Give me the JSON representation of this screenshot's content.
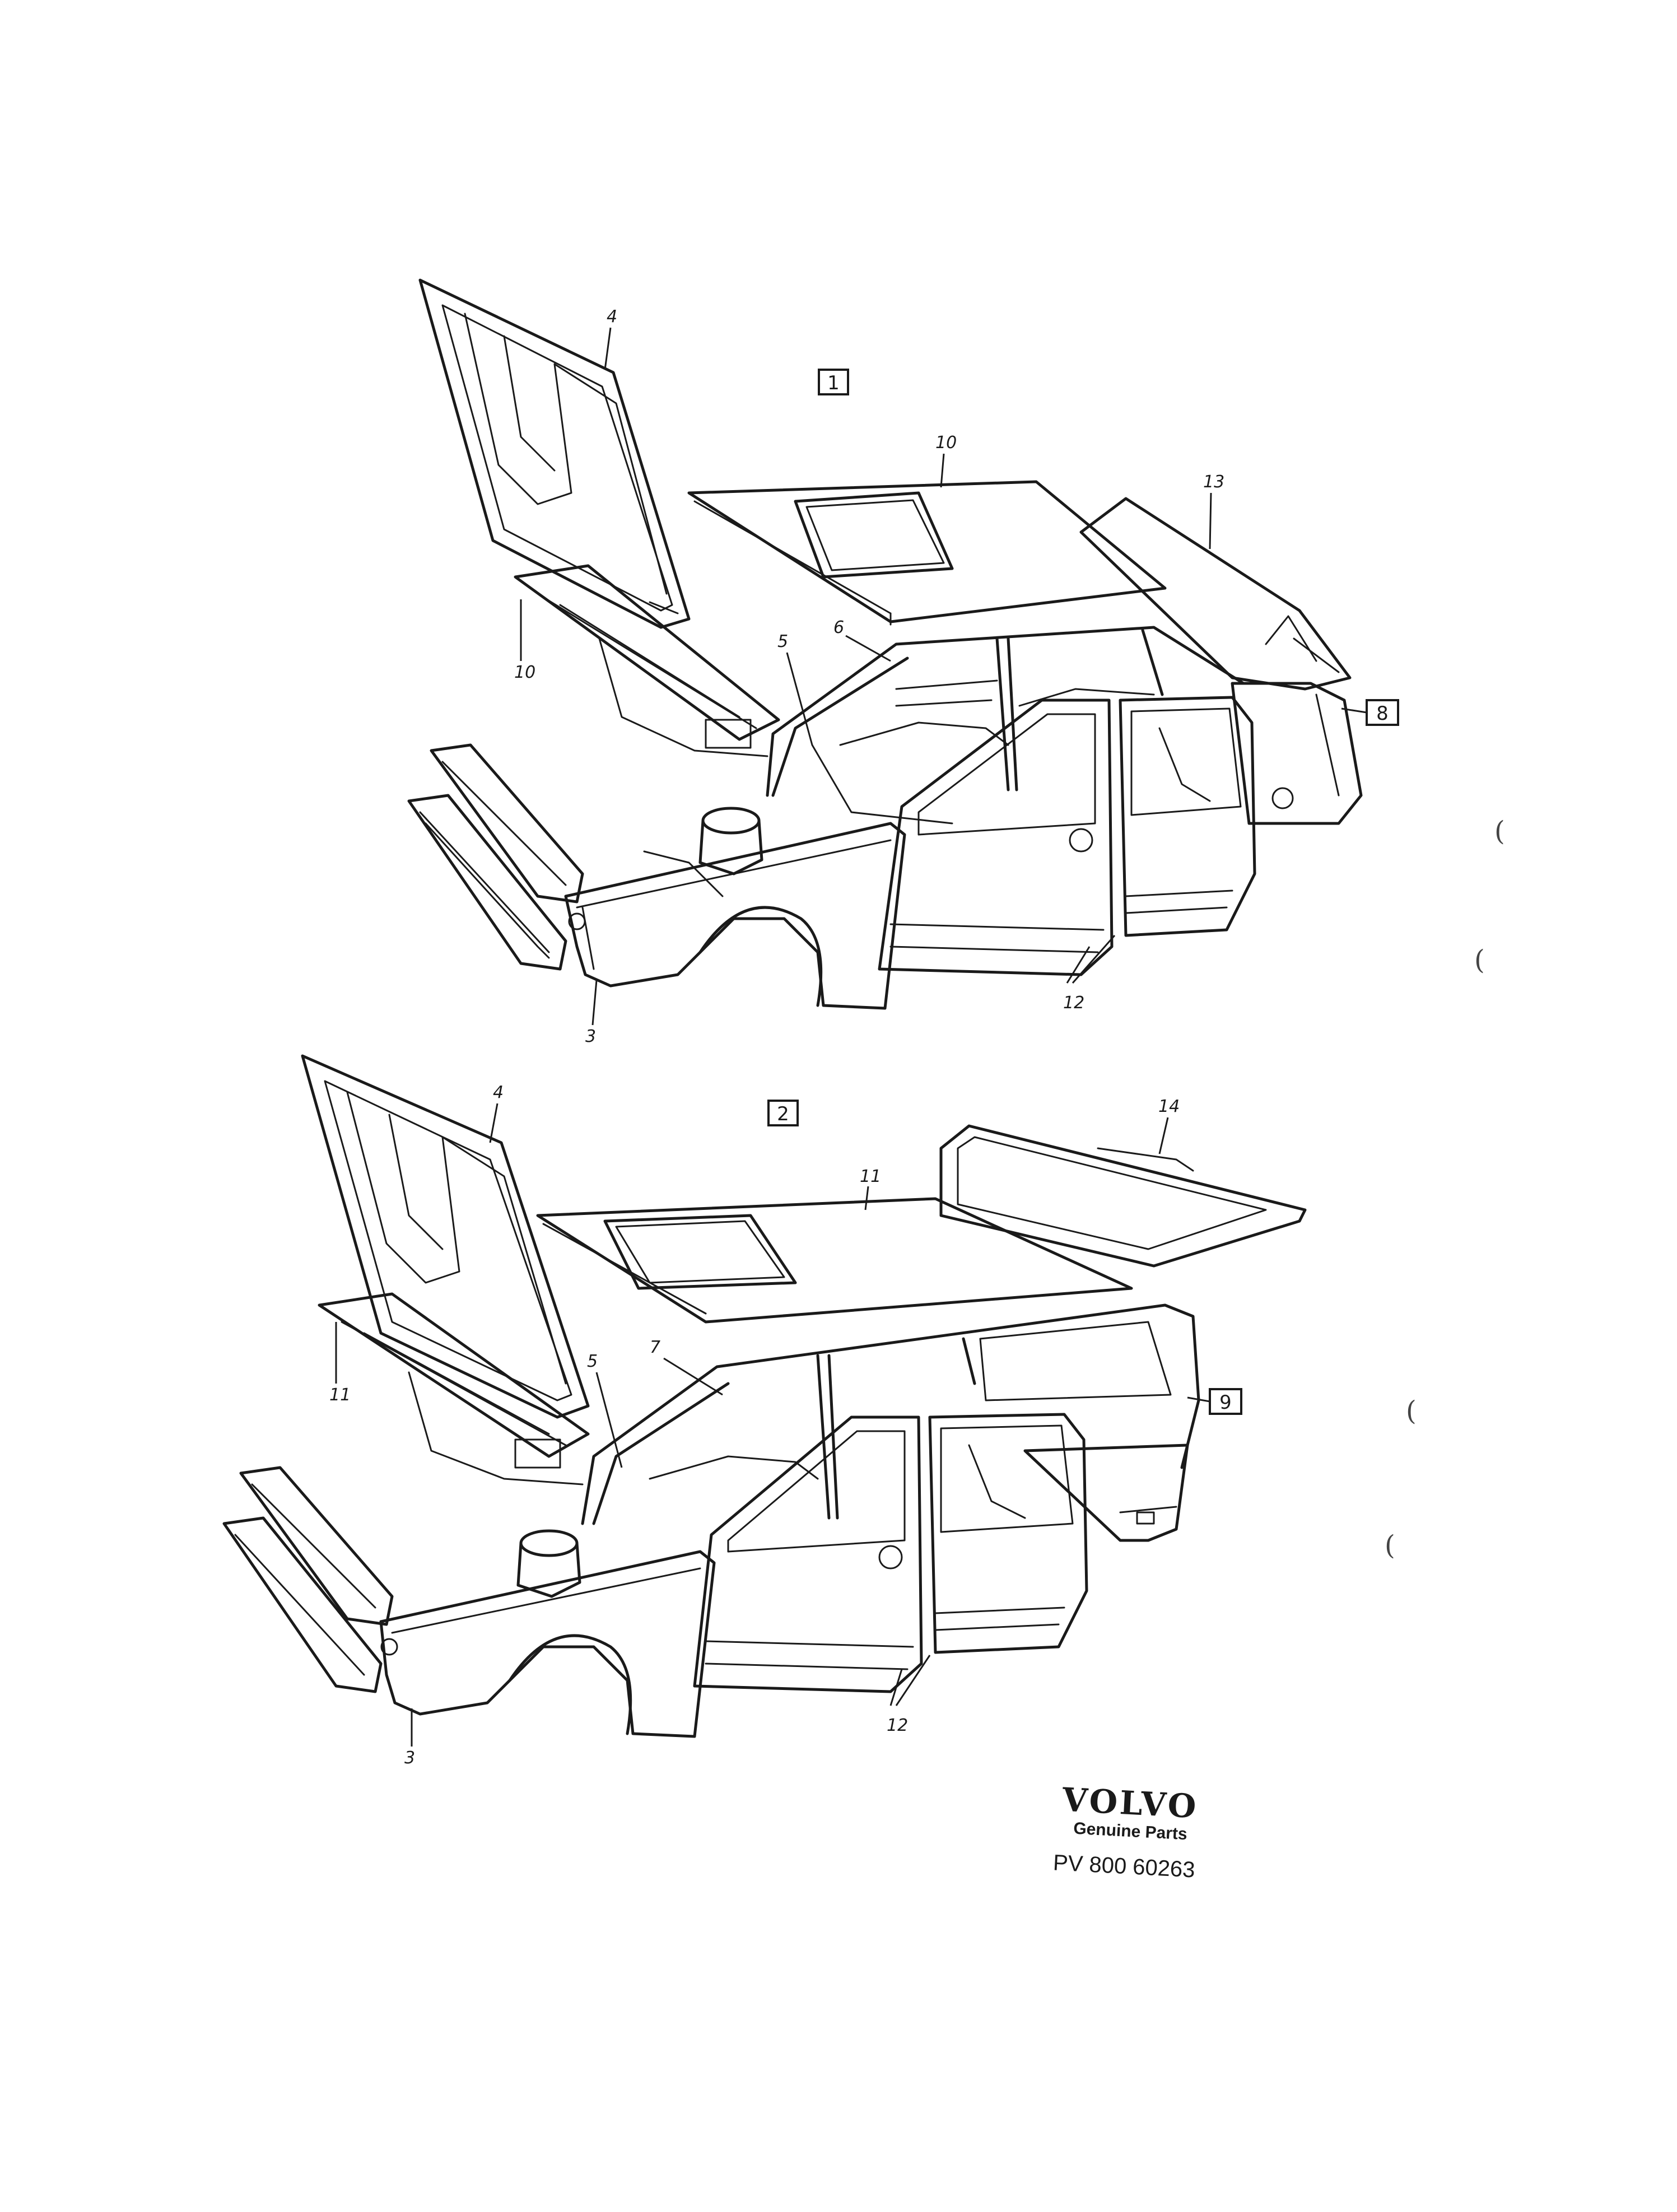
{
  "diagrams": [
    {
      "variant_box": "1",
      "body_box": "8",
      "callouts": {
        "hood": "4",
        "roof": "10",
        "panel_left": "10",
        "tailgate": "13",
        "pillar_a": "5",
        "pillar_b": "6",
        "front_member": "3",
        "doors": "12"
      }
    },
    {
      "variant_box": "2",
      "body_box": "9",
      "callouts": {
        "hood": "4",
        "roof": "11",
        "panel_left": "11",
        "tailgate": "14",
        "pillar_a": "5",
        "pillar_b": "7",
        "front_member": "3",
        "doors": "12"
      }
    }
  ],
  "margin_marks": [
    "(",
    "(",
    "(",
    "("
  ],
  "footer": {
    "brand": "VOLVO",
    "tagline": "Genuine Parts",
    "part_number": "PV  800  60263"
  }
}
